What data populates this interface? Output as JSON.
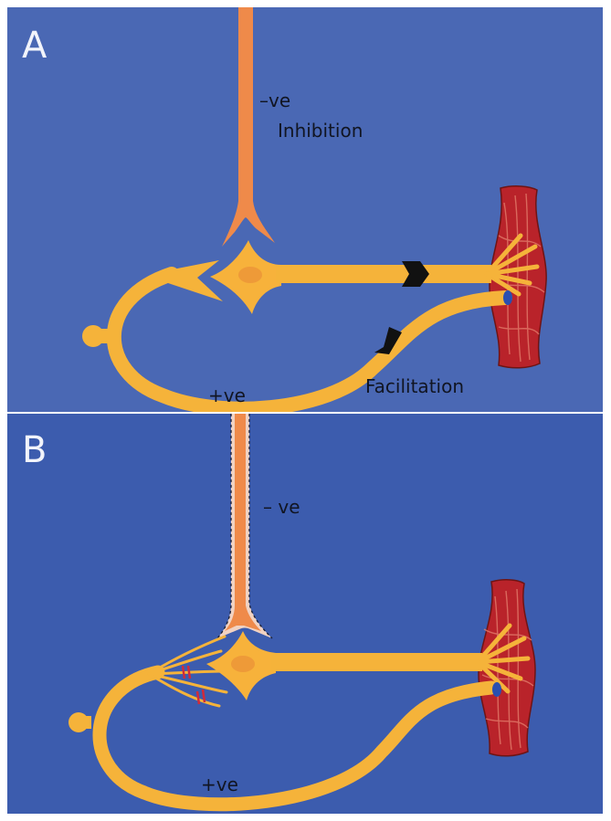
{
  "panels": [
    {
      "letter": "A",
      "negative_label": "–ve",
      "inhibition_label": "Inhibition",
      "facilitation_label": "Facilitation",
      "positive_label": "+ve"
    },
    {
      "letter": "B",
      "negative_label": "– ve",
      "positive_label": "+ve"
    }
  ],
  "colors": {
    "background_a": "#4a68b4",
    "background_b": "#3c5cae",
    "neuron_fill": "#f5b33a",
    "neuron_body": "#f7b23b",
    "inhibitory_axon": "#ef8a4a",
    "muscle": "#b9232a",
    "arrow": "#111111",
    "synapse_mark": "#d12a3a",
    "ending": "#2a4fb0"
  }
}
